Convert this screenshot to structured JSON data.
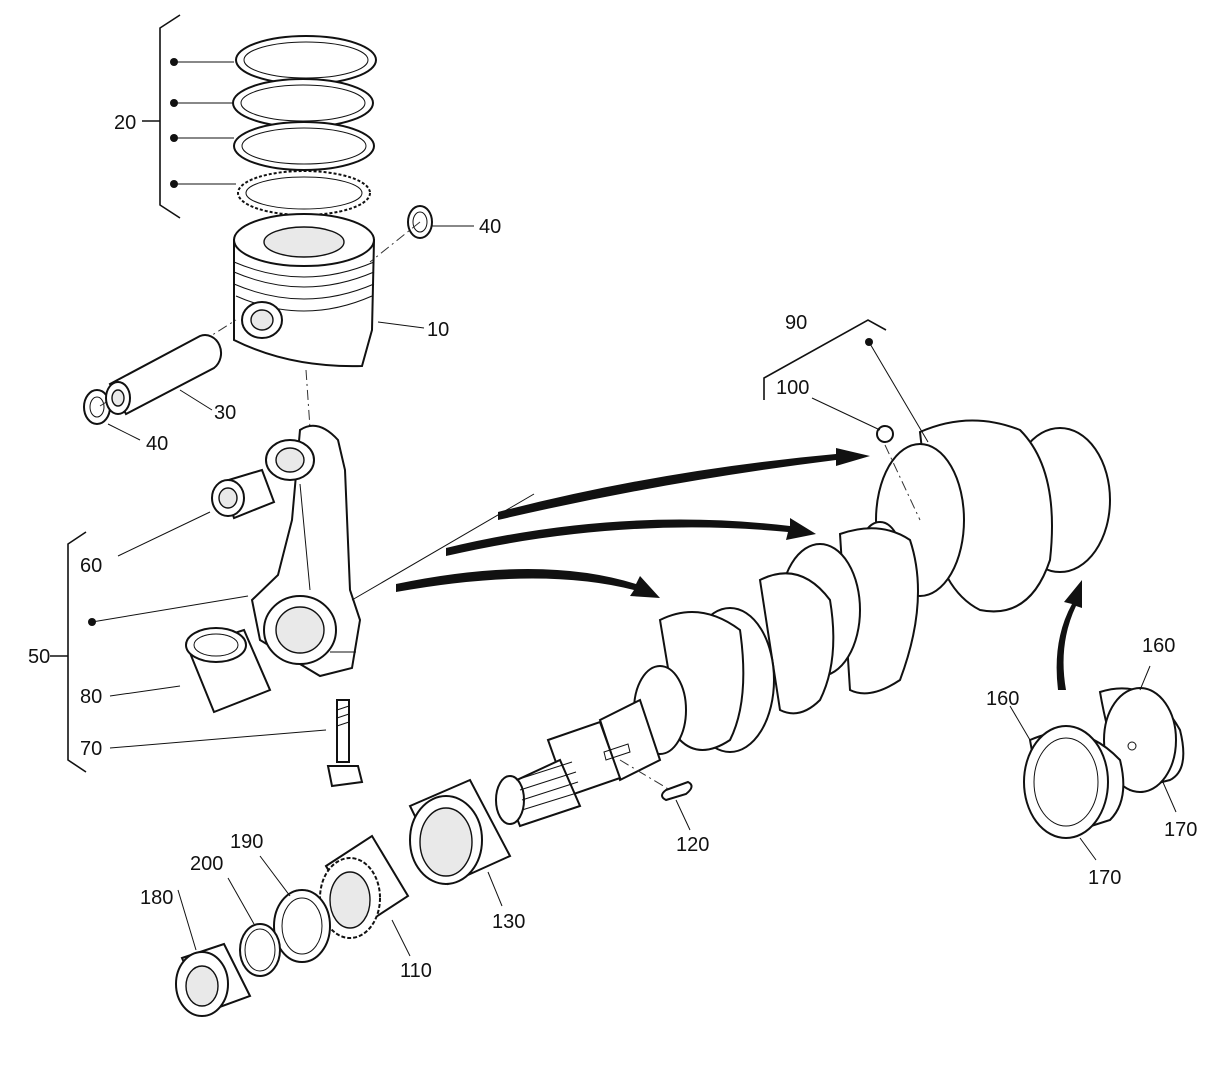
{
  "labels": {
    "p10": "10",
    "p20": "20",
    "p30": "30",
    "p40a": "40",
    "p40b": "40",
    "p50": "50",
    "p60": "60",
    "p70": "70",
    "p80": "80",
    "p90": "90",
    "p100": "100",
    "p110": "110",
    "p120": "120",
    "p130": "130",
    "p160a": "160",
    "p160b": "160",
    "p170a": "170",
    "p170b": "170",
    "p180": "180",
    "p190": "190",
    "p200": "200"
  }
}
